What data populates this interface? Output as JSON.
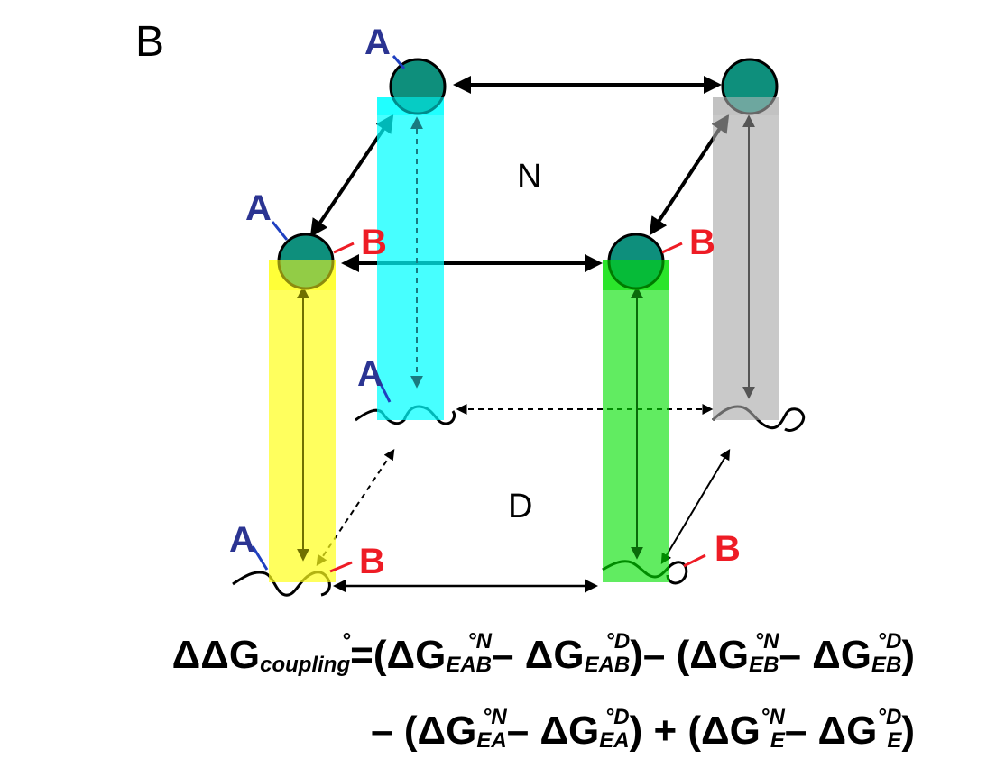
{
  "panel_label": "B",
  "state_labels": {
    "native": "N",
    "denatured": "D"
  },
  "mutation_labels": {
    "a": "A",
    "b": "B"
  },
  "colors": {
    "cyan": "#00ffff",
    "yellow": "#ffff4d",
    "green": "#2fe82f",
    "gray": "#b7b7b7",
    "node": "#0e8f7c",
    "label_a": "#2b3492",
    "label_b": "#ee1c25"
  },
  "formula": {
    "line1": {
      "lhs_prefix": "ΔΔG",
      "lhs_degree": "°",
      "lhs_sub": "coupling",
      "equals": "=",
      "t1_open": "(ΔG",
      "t1_sup": "°N",
      "t1_sub": "EAB",
      "t1_minus": "– ΔG",
      "t1_sup2": "°D",
      "t1_sub2": "EAB",
      "t1_close": ")",
      "minus": "– ",
      "t2_open": "(ΔG",
      "t2_sup": "°N",
      "t2_sub": "EB",
      "t2_minus": "– ΔG",
      "t2_sup2": "°D",
      "t2_sub2": "EB",
      "t2_close": ")"
    },
    "line2": {
      "minus": "– ",
      "t3_open": "(ΔG",
      "t3_sup": "°N",
      "t3_sub": "EA",
      "t3_minus": "– ΔG",
      "t3_sup2": "°D",
      "t3_sub2": "EA",
      "t3_close": ")",
      "plus": " + ",
      "t4_open": "(ΔG",
      "t4_sup": "°N",
      "t4_sub": "E",
      "t4_minus": "– ΔG",
      "t4_sup2": "°D",
      "t4_sub2": "E",
      "t4_close": ")"
    }
  }
}
